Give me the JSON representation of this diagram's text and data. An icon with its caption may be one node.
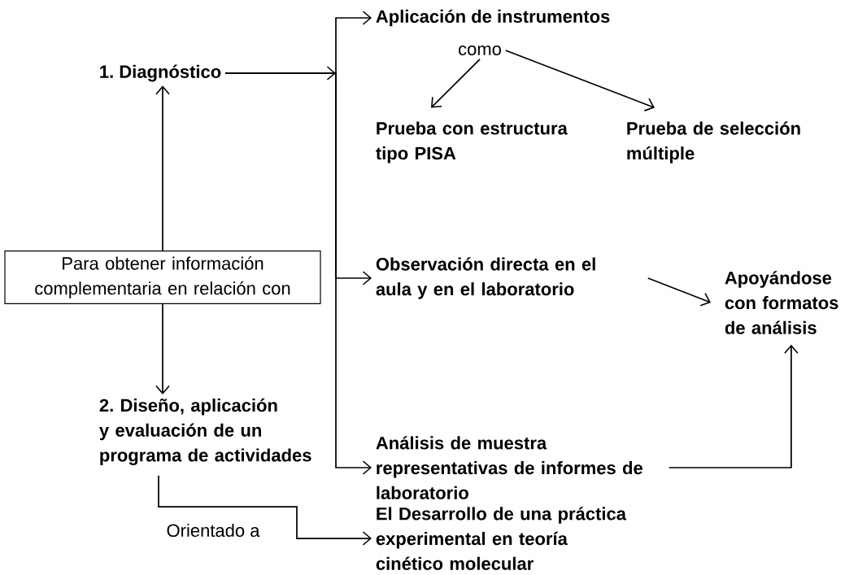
{
  "diagram": {
    "nodes": [
      {
        "text": [
          "1. Diagnóstico"
        ]
      },
      {
        "text": [
          "Aplicación de instrumentos"
        ]
      },
      {
        "text": [
          "como"
        ]
      },
      {
        "text": [
          "Prueba con estructura tipo PISA"
        ]
      },
      {
        "text": [
          "Prueba de selección múltiple"
        ]
      },
      {
        "text": [
          "Para obtener información complementaria en relación con"
        ]
      },
      {
        "text": [
          "Observación directa en el aula y en el laboratorio"
        ]
      },
      {
        "text": [
          "Apoyándose con formatos de análisis"
        ]
      },
      {
        "text": [
          "2. Diseño, aplicación y evaluación de un programa de actividades"
        ]
      },
      {
        "text": [
          "Análisis de muestra representativas de informes de laboratorio"
        ]
      },
      {
        "text": [
          "El Desarrollo de una práctica experimental en teoría cinético molecular"
        ]
      }
    ],
    "edges": [
      {
        "from": 5,
        "to": 0,
        "arrow": "to"
      },
      {
        "from": 5,
        "to": 8,
        "arrow": "to"
      },
      {
        "from": 0,
        "to": 1,
        "arrow": "to"
      },
      {
        "from": 0,
        "to": 6,
        "arrow": "to"
      },
      {
        "from": 0,
        "to": 9,
        "arrow": "to"
      },
      {
        "from": 2,
        "to": 3,
        "arrow": "to"
      },
      {
        "from": 2,
        "to": 4,
        "arrow": "to"
      },
      {
        "from": 6,
        "to": 7,
        "arrow": "to"
      },
      {
        "from": 9,
        "to": 7,
        "arrow": "to"
      },
      {
        "from": 8,
        "to": 10,
        "arrow": "to",
        "label": "Orientado a"
      }
    ]
  }
}
